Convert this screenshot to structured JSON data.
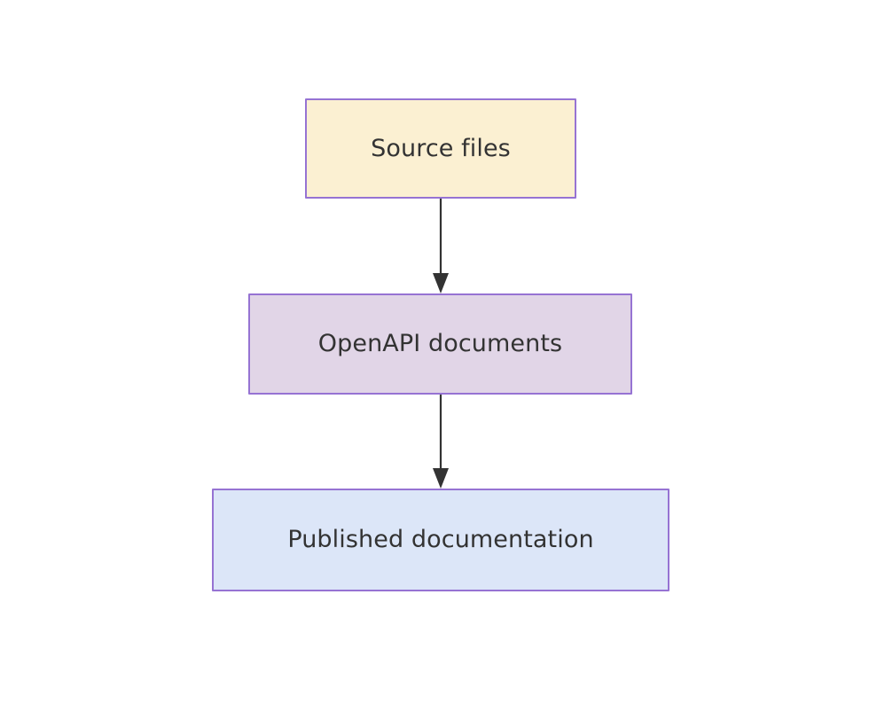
{
  "diagram": {
    "type": "flowchart",
    "orientation": "top-to-bottom",
    "background_color": "#ffffff",
    "nodes": [
      {
        "id": "source-files",
        "label": "Source files",
        "shape": "rectangle",
        "fill_color": "#FBF0D2",
        "border_color": "#9673D3",
        "text_color": "#333333"
      },
      {
        "id": "openapi-documents",
        "label": "OpenAPI documents",
        "shape": "rectangle",
        "fill_color": "#E1D5E7",
        "border_color": "#9673D3",
        "text_color": "#333333"
      },
      {
        "id": "published-documentation",
        "label": "Published documentation",
        "shape": "rectangle",
        "fill_color": "#DCE6F8",
        "border_color": "#9673D3",
        "text_color": "#333333"
      }
    ],
    "edges": [
      {
        "id": "edge-source-to-openapi",
        "from": "source-files",
        "to": "openapi-documents",
        "label": "",
        "style": "solid",
        "arrowhead": "filled-triangle",
        "color": "#333333"
      },
      {
        "id": "edge-openapi-to-published",
        "from": "openapi-documents",
        "to": "published-documentation",
        "label": "",
        "style": "solid",
        "arrowhead": "filled-triangle",
        "color": "#333333"
      }
    ]
  }
}
